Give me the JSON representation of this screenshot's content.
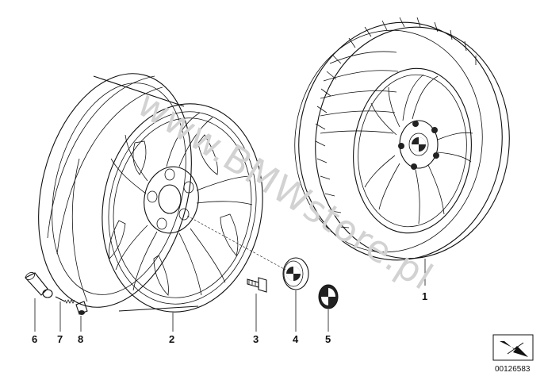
{
  "watermark": "www.BMWstore.pl",
  "doc_number": "00126583",
  "callouts": [
    {
      "id": "1",
      "label": "1"
    },
    {
      "id": "2",
      "label": "2"
    },
    {
      "id": "3",
      "label": "3"
    },
    {
      "id": "4",
      "label": "4"
    },
    {
      "id": "5",
      "label": "5"
    },
    {
      "id": "6",
      "label": "6"
    },
    {
      "id": "7",
      "label": "7"
    },
    {
      "id": "8",
      "label": "8"
    }
  ]
}
